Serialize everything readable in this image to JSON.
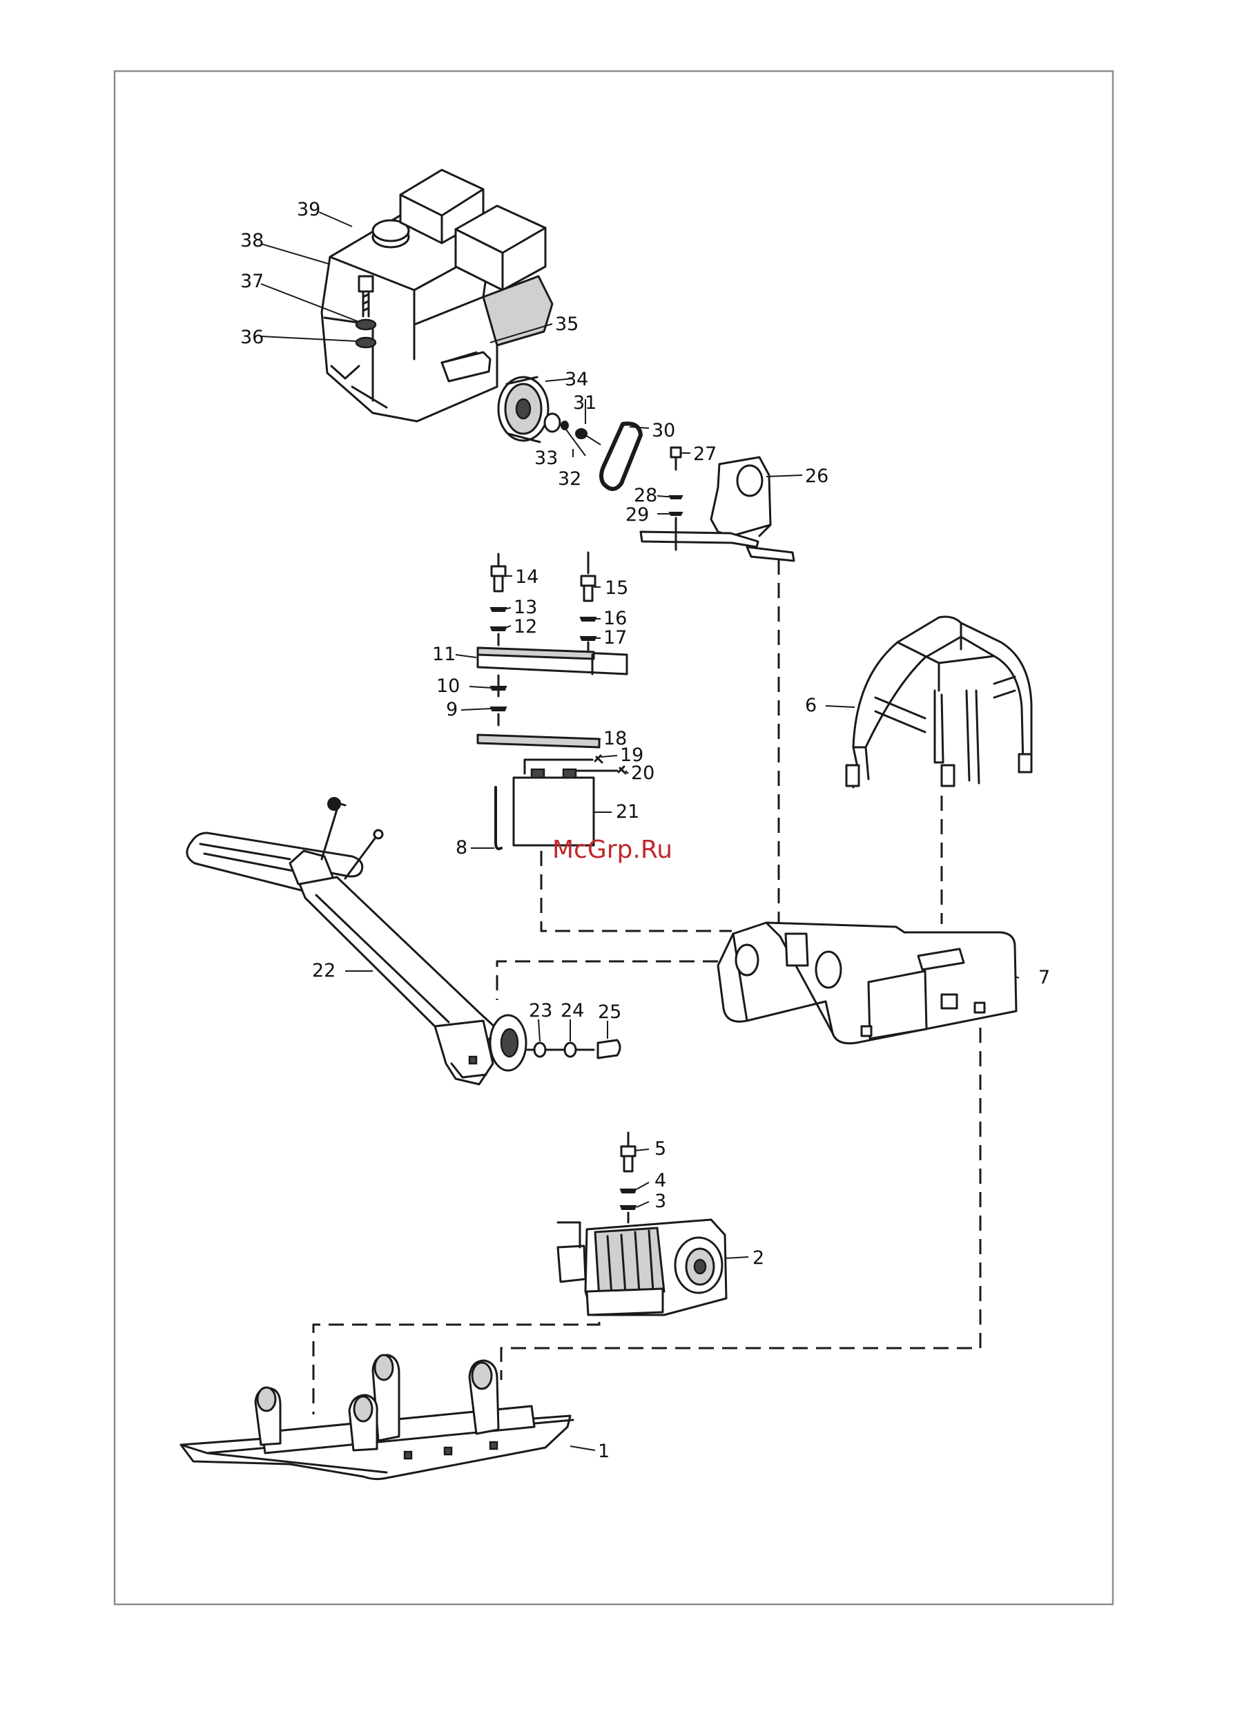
{
  "watermark": {
    "text": "McGrp.Ru",
    "color": "#c0282d"
  },
  "part_numbers": [
    "1",
    "2",
    "3",
    "4",
    "5",
    "6",
    "7",
    "8",
    "9",
    "10",
    "11",
    "12",
    "13",
    "14",
    "15",
    "16",
    "17",
    "18",
    "19",
    "20",
    "21",
    "22",
    "23",
    "24",
    "25",
    "26",
    "27",
    "28",
    "29",
    "30",
    "31",
    "32",
    "33",
    "34",
    "35",
    "36",
    "37",
    "38",
    "39"
  ],
  "colors": {
    "line": "#1a1a1a",
    "frame": "#8c8c8c",
    "background": "#ffffff"
  }
}
